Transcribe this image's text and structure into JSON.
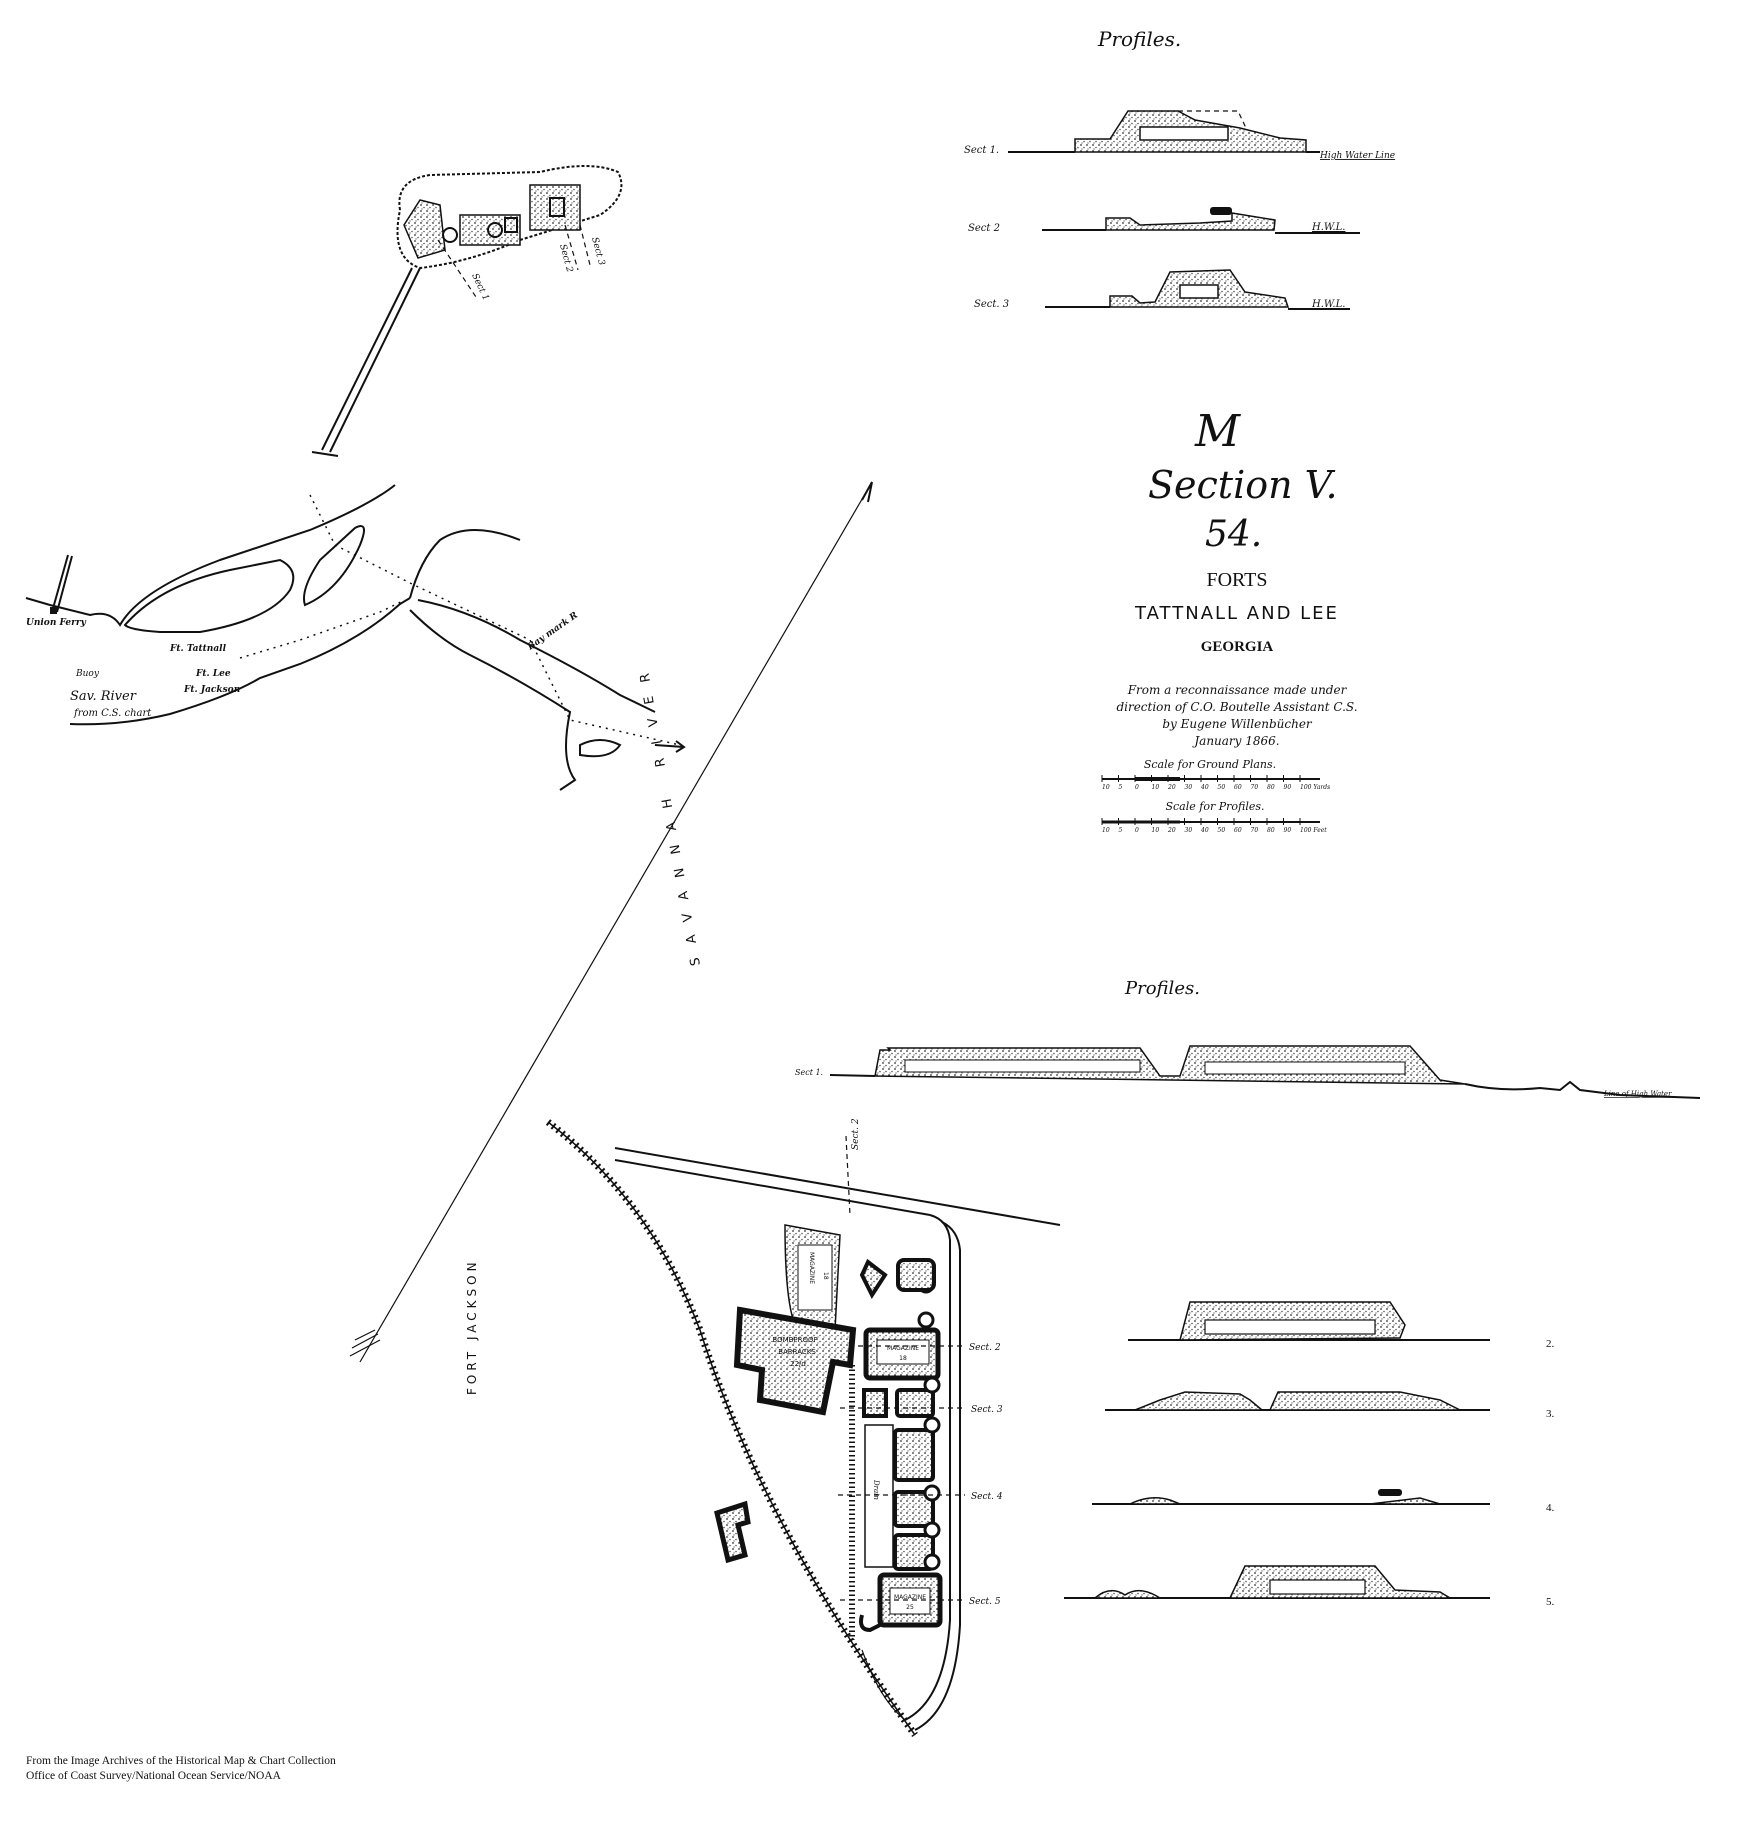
{
  "title_block": {
    "mark": "M",
    "section": "Section V.",
    "number": "54.",
    "title": "FORTS",
    "subtitle": "TATTNALL AND LEE",
    "state": "GEORGIA",
    "note_lines": [
      "From a reconnaissance made under",
      "direction of C.O. Boutelle Assistant C.S.",
      "by Eugene Willenbücher",
      "January 1866."
    ],
    "scale_ground_label": "Scale for Ground Plans.",
    "scale_ground_ticks": [
      "10",
      "5",
      "0",
      "10",
      "20",
      "30",
      "40",
      "50",
      "60",
      "70",
      "80",
      "90",
      "100 Yards"
    ],
    "scale_profiles_label": "Scale for Profiles.",
    "scale_profiles_ticks": [
      "10",
      "5",
      "0",
      "10",
      "20",
      "30",
      "40",
      "50",
      "60",
      "70",
      "80",
      "90",
      "100 Feet"
    ]
  },
  "profiles_top": {
    "heading": "Profiles.",
    "sections": [
      {
        "label": "Sect 1.",
        "water": "High Water Line"
      },
      {
        "label": "Sect 2",
        "water": "H.W.L."
      },
      {
        "label": "Sect. 3",
        "water": "H.W.L."
      }
    ]
  },
  "upper_plan": {
    "section_labels": [
      "Sect 1",
      "Sect 2",
      "Sect 3"
    ]
  },
  "river_sketch": {
    "labels": {
      "union_ferry": "Union Ferry",
      "buoy": "Buoy",
      "sav_river": "Sav. River",
      "from_chart": "from C.S. chart",
      "ft_tattnall": "Ft. Tattnall",
      "ft_lee": "Ft. Lee",
      "ft_jackson": "Ft. Jackson",
      "bay_mark": "Bay mark R"
    }
  },
  "river_name": "SAVANNAH RIVER",
  "fort_jackson": "FORT JACKSON",
  "profiles_bottom": {
    "heading": "Profiles.",
    "sect1_label": "Sect 1.",
    "water": "Line of High Water",
    "numbers": [
      "2.",
      "3.",
      "4.",
      "5."
    ]
  },
  "lower_plan": {
    "section_labels": [
      "Sect. 2",
      "Sect. 3",
      "Sect. 4",
      "Sect. 5"
    ],
    "top_section_label": "Sect. 2",
    "barracks": [
      "BOMBPROOF",
      "BARRACKS",
      "22/d"
    ],
    "magazine_1": [
      "MAGAZINE",
      "18"
    ],
    "magazine_2": [
      "MAGAZINE",
      "25"
    ],
    "magazine_top": [
      "MAGAZINE",
      "18"
    ],
    "drain": "Drain"
  },
  "credit": [
    "From the Image Archives of the Historical Map & Chart Collection",
    "Office of Coast Survey/National Ocean Service/NOAA"
  ]
}
